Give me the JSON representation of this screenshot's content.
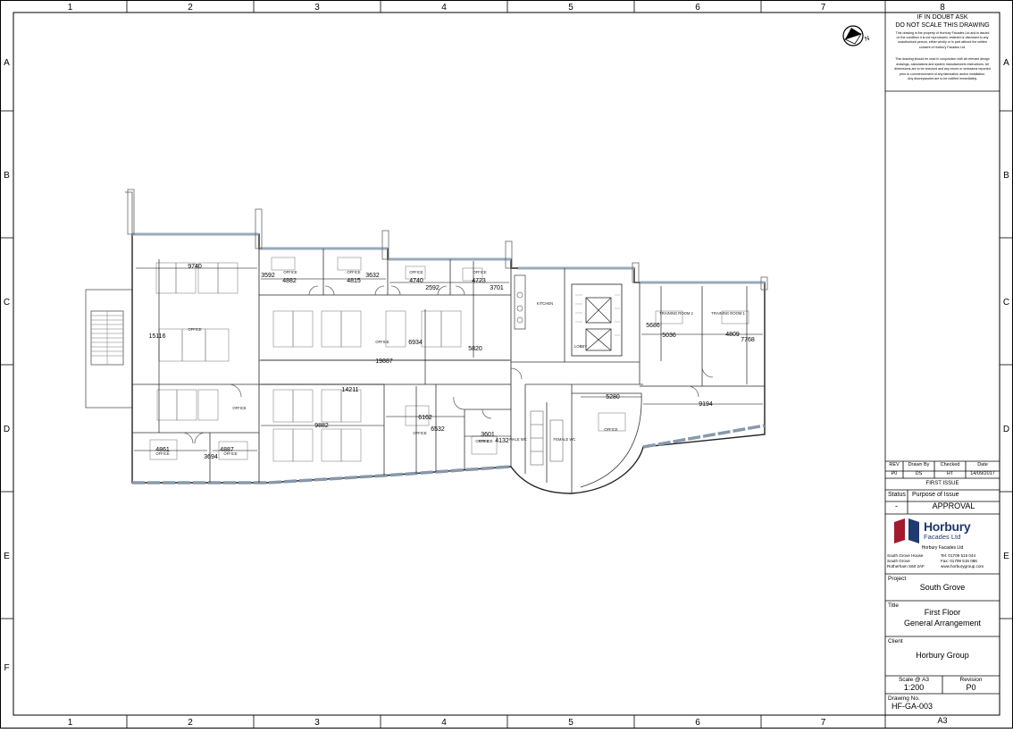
{
  "grid": {
    "columns": [
      "1",
      "2",
      "3",
      "4",
      "5",
      "6",
      "7",
      "8"
    ],
    "rows": [
      "A",
      "B",
      "C",
      "D",
      "E",
      "F"
    ],
    "paper_size": "A3"
  },
  "notes": {
    "heading1": "IF IN DOUBT ASK",
    "heading2": "DO NOT SCALE THIS DRAWING",
    "para1": [
      "This drawing is the property of Horbury Facades Ltd and is issued",
      "on the condition it is not reproduced, retained or disclosed to any",
      "unauthorised person, either wholly or in part without the written",
      "consent of Horbury Facades Ltd."
    ],
    "para2": [
      "This drawing should be read in conjunction with all relevant design",
      "drawings, calculations and system manufacturers instructions. All",
      "dimensions are to be checked and any errors or omissions reported",
      "prior to commencement of any fabrication and/or installation.",
      "Any discrepancies are to be notified immediately."
    ]
  },
  "revision_table": {
    "headers": [
      "REV",
      "Drawn By",
      "Checked",
      "Date"
    ],
    "row": [
      "P0",
      "DS",
      "HT",
      "14/09/2017"
    ],
    "description": "FIRST ISSUE"
  },
  "status": {
    "status_label": "Status",
    "status_value": "-",
    "purpose_label": "Purpose of Issue",
    "purpose_value": "APPROVAL"
  },
  "company": {
    "logo_text_1": "Horbury",
    "logo_text_2": "Facades Ltd",
    "name": "Horbury Facades Ltd",
    "address": [
      "South Grove House",
      "South Grove",
      "Rotherham S60 2AF"
    ],
    "contact": [
      "Tel: 01709 515 044",
      "Fax: 01709 515 066",
      "www.horburygroup.com"
    ],
    "brand_red": "#a3192e",
    "brand_blue": "#1f3a6e"
  },
  "project": {
    "label": "Project",
    "value": "South Grove"
  },
  "title": {
    "label": "Title",
    "line1": "First Floor",
    "line2": "General Arrangement"
  },
  "client": {
    "label": "Client",
    "value": "Horbury Group"
  },
  "scale": {
    "label": "Scale @ A3",
    "value": "1:200"
  },
  "revision": {
    "label": "Revision",
    "value": "P0"
  },
  "drawing_no": {
    "label": "Drawing No.",
    "value": "HF-GA-003"
  },
  "plan": {
    "dimensions": [
      "9740",
      "15116",
      "3592",
      "4882",
      "4815",
      "3632",
      "4740",
      "2592",
      "4723",
      "3701",
      "6934",
      "19887",
      "5820",
      "14211",
      "9882",
      "6162",
      "6532",
      "3601",
      "4132",
      "4861",
      "4887",
      "3694",
      "5686",
      "5036",
      "4809",
      "7768",
      "5280",
      "9194"
    ],
    "room_labels": [
      "OFFICE",
      "OFFICE",
      "OFFICE",
      "OFFICE",
      "OFFICE",
      "OFFICE",
      "OFFICE",
      "OFFICE",
      "OFFICE",
      "OFFICE",
      "OFFICE",
      "OFFICE",
      "OFFICE",
      "KITCHEN",
      "LOBBY",
      "TRAINING ROOM 2",
      "TRAINING ROOM 1",
      "MALE WC",
      "FEMALE WC"
    ]
  }
}
